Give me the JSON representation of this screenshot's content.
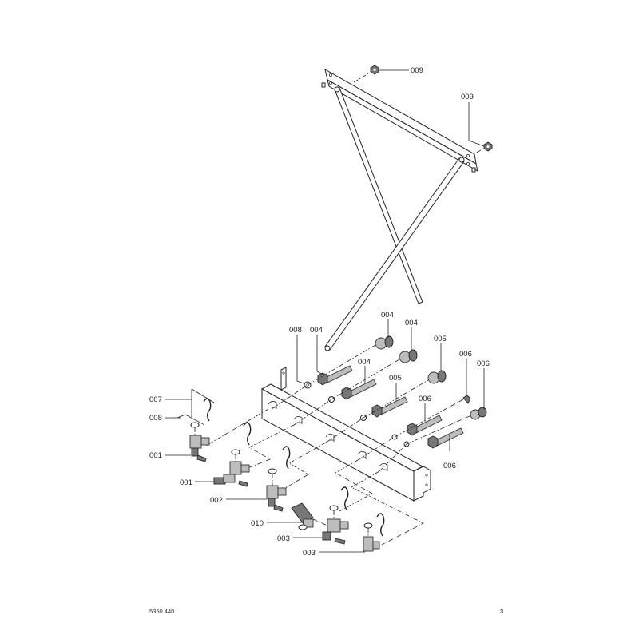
{
  "diagram": {
    "title": "Exploded parts view – mounting frame and valve connections",
    "callouts": [
      {
        "id": "c-009-a",
        "label": "009",
        "part": "nut"
      },
      {
        "id": "c-009-b",
        "label": "009",
        "part": "nut"
      },
      {
        "id": "c-008-a",
        "label": "008",
        "part": "washer"
      },
      {
        "id": "c-004-a",
        "label": "004",
        "part": "connection-pipe"
      },
      {
        "id": "c-004-b",
        "label": "004",
        "part": "union-nut"
      },
      {
        "id": "c-004-c",
        "label": "004",
        "part": "union-nut"
      },
      {
        "id": "c-004-d",
        "label": "004",
        "part": "connection-pipe"
      },
      {
        "id": "c-005-a",
        "label": "005",
        "part": "union-nut"
      },
      {
        "id": "c-005-b",
        "label": "005",
        "part": "connection-pipe"
      },
      {
        "id": "c-006-a",
        "label": "006",
        "part": "clip"
      },
      {
        "id": "c-006-b",
        "label": "006",
        "part": "union-nut"
      },
      {
        "id": "c-006-c",
        "label": "006",
        "part": "connection-pipe"
      },
      {
        "id": "c-006-d",
        "label": "006",
        "part": "connection-pipe"
      },
      {
        "id": "c-007",
        "label": "007",
        "part": "retaining-clip"
      },
      {
        "id": "c-008-b",
        "label": "008",
        "part": "washer"
      },
      {
        "id": "c-001-a",
        "label": "001",
        "part": "valve"
      },
      {
        "id": "c-001-b",
        "label": "001",
        "part": "valve"
      },
      {
        "id": "c-002",
        "label": "002",
        "part": "valve"
      },
      {
        "id": "c-010",
        "label": "010",
        "part": "filling-device"
      },
      {
        "id": "c-003-a",
        "label": "003",
        "part": "valve"
      },
      {
        "id": "c-003-b",
        "label": "003",
        "part": "valve"
      }
    ]
  },
  "footer": {
    "document_number": "5350 440",
    "page_number": "3"
  }
}
